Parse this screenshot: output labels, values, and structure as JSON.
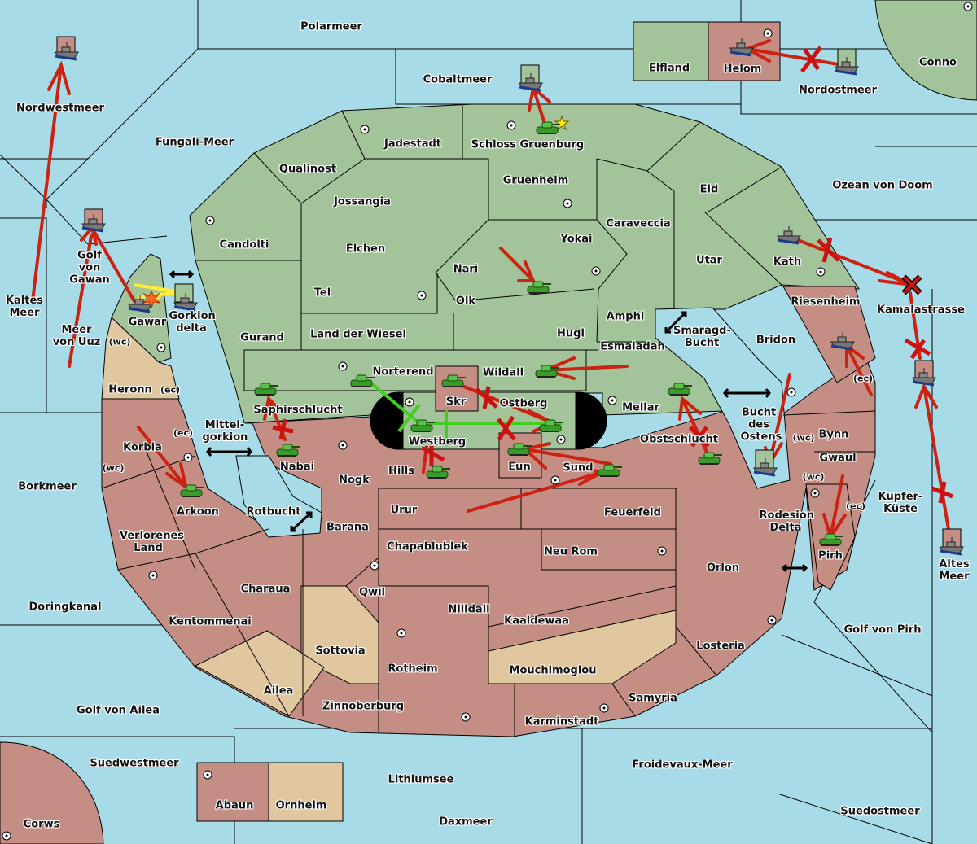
{
  "map": {
    "title": "Diplomacy-style game map",
    "colors": {
      "sea": "#a8dbe8",
      "green_power": "#a3c49a",
      "red_power": "#c48e85",
      "neutral": "#e0c7a0",
      "order_arrow": "#cc2211",
      "support_line": "#44cc22",
      "convoy_line": "#ffee33"
    },
    "sea_labels": [
      {
        "id": "polarmeer",
        "name": "Polarmeer"
      },
      {
        "id": "cobaltmeer",
        "name": "Cobaltmeer"
      },
      {
        "id": "nordwestmeer",
        "name": "Nordwestmeer"
      },
      {
        "id": "fungali-meer",
        "name": "Fungali-Meer"
      },
      {
        "id": "nordostmeer",
        "name": "Nordostmeer"
      },
      {
        "id": "ozean-von-doom",
        "name": "Ozean von Doom"
      },
      {
        "id": "golf-von-gawan",
        "name": "Golf von Gawan"
      },
      {
        "id": "kaltes-meer",
        "name": "Kaltes Meer"
      },
      {
        "id": "meer-von-uuz",
        "name": "Meer von Uuz"
      },
      {
        "id": "gorkion-delta",
        "name": "Gorkion delta"
      },
      {
        "id": "mittelgorkion",
        "name": "Mittel-gorkion"
      },
      {
        "id": "borkmeer",
        "name": "Borkmeer"
      },
      {
        "id": "rotbucht",
        "name": "Rotbucht"
      },
      {
        "id": "smaragd-bucht",
        "name": "Smaragd-Bucht"
      },
      {
        "id": "bucht-des-ostens",
        "name": "Bucht des Ostens"
      },
      {
        "id": "kamalastrasse",
        "name": "Kamalastrasse"
      },
      {
        "id": "kupfer-kueste",
        "name": "Kupfer-Küste"
      },
      {
        "id": "rodesion-delta",
        "name": "Rodesion Delta"
      },
      {
        "id": "altes-meer",
        "name": "Altes Meer"
      },
      {
        "id": "doringkanal",
        "name": "Doringkanal"
      },
      {
        "id": "golf-von-pirh",
        "name": "Golf von Pirh"
      },
      {
        "id": "golf-von-ailea",
        "name": "Golf von Ailea"
      },
      {
        "id": "suedwestmeer",
        "name": "Suedwestmeer"
      },
      {
        "id": "lithiumsee",
        "name": "Lithiumsee"
      },
      {
        "id": "froidevaux-meer",
        "name": "Froidevaux-Meer"
      },
      {
        "id": "daxmeer",
        "name": "Daxmeer"
      },
      {
        "id": "suedostmeer",
        "name": "Suedostmeer"
      }
    ],
    "land_labels": [
      {
        "id": "elfland",
        "name": "Elfland",
        "owner": "green"
      },
      {
        "id": "helom",
        "name": "Helom",
        "owner": "red"
      },
      {
        "id": "conno",
        "name": "Conno",
        "owner": "green"
      },
      {
        "id": "jadestadt",
        "name": "Jadestadt",
        "owner": "green"
      },
      {
        "id": "schloss-gruenburg",
        "name": "Schloss Gruenburg",
        "owner": "green"
      },
      {
        "id": "qualinost",
        "name": "Qualinost",
        "owner": "green"
      },
      {
        "id": "gruenheim",
        "name": "Gruenheim",
        "owner": "green"
      },
      {
        "id": "jossangia",
        "name": "Jossangia",
        "owner": "green"
      },
      {
        "id": "eld",
        "name": "Eld",
        "owner": "green"
      },
      {
        "id": "caraveccia",
        "name": "Caraveccia",
        "owner": "green"
      },
      {
        "id": "candolti",
        "name": "Candolti",
        "owner": "green"
      },
      {
        "id": "elchen",
        "name": "Elchen",
        "owner": "green"
      },
      {
        "id": "yokai",
        "name": "Yokai",
        "owner": "green"
      },
      {
        "id": "utar",
        "name": "Utar",
        "owner": "green"
      },
      {
        "id": "kath",
        "name": "Kath",
        "owner": "green"
      },
      {
        "id": "nari",
        "name": "Nari",
        "owner": "green"
      },
      {
        "id": "tel",
        "name": "Tel",
        "owner": "green"
      },
      {
        "id": "olk",
        "name": "Olk",
        "owner": "green"
      },
      {
        "id": "amphi",
        "name": "Amphi",
        "owner": "green"
      },
      {
        "id": "riesenheim",
        "name": "Riesenheim",
        "owner": "red"
      },
      {
        "id": "gawar",
        "name": "Gawar",
        "owner": "green"
      },
      {
        "id": "gurand",
        "name": "Gurand",
        "owner": "green"
      },
      {
        "id": "land-der-wiesel",
        "name": "Land der Wiesel",
        "owner": "green"
      },
      {
        "id": "hugl",
        "name": "Hugl",
        "owner": "green"
      },
      {
        "id": "bridon",
        "name": "Bridon",
        "owner": "green"
      },
      {
        "id": "esmaladan",
        "name": "Esmaladan",
        "owner": "green"
      },
      {
        "id": "heronn",
        "name": "Heronn",
        "owner": "neutral"
      },
      {
        "id": "norterend",
        "name": "Norterend",
        "owner": "green"
      },
      {
        "id": "wildall",
        "name": "Wildall",
        "owner": "green"
      },
      {
        "id": "skr",
        "name": "Skr",
        "owner": "red"
      },
      {
        "id": "saphirschlucht",
        "name": "Saphirschlucht",
        "owner": "green"
      },
      {
        "id": "ostberg",
        "name": "Ostberg",
        "owner": "green"
      },
      {
        "id": "mellar",
        "name": "Mellar",
        "owner": "green"
      },
      {
        "id": "westberg",
        "name": "Westberg",
        "owner": "green"
      },
      {
        "id": "obstschlucht",
        "name": "Obstschlucht",
        "owner": "red"
      },
      {
        "id": "bynn",
        "name": "Bynn",
        "owner": "red"
      },
      {
        "id": "korbia",
        "name": "Korbia",
        "owner": "red"
      },
      {
        "id": "nabai",
        "name": "Nabai",
        "owner": "red"
      },
      {
        "id": "hills",
        "name": "Hills",
        "owner": "red"
      },
      {
        "id": "eun",
        "name": "Eun",
        "owner": "red"
      },
      {
        "id": "sund",
        "name": "Sund",
        "owner": "red"
      },
      {
        "id": "gwaul",
        "name": "Gwaul",
        "owner": "red"
      },
      {
        "id": "nogk",
        "name": "Nogk",
        "owner": "red"
      },
      {
        "id": "arkoon",
        "name": "Arkoon",
        "owner": "red"
      },
      {
        "id": "urur",
        "name": "Urur",
        "owner": "red"
      },
      {
        "id": "feuerfeld",
        "name": "Feuerfeld",
        "owner": "red"
      },
      {
        "id": "barana",
        "name": "Barana",
        "owner": "red"
      },
      {
        "id": "verlorenes-land",
        "name": "Verlorenes Land",
        "owner": "red"
      },
      {
        "id": "chapablublek",
        "name": "Chapablublek",
        "owner": "red"
      },
      {
        "id": "neu-rom",
        "name": "Neu Rom",
        "owner": "red"
      },
      {
        "id": "pirh",
        "name": "Pirh",
        "owner": "red"
      },
      {
        "id": "orlon",
        "name": "Orlon",
        "owner": "red"
      },
      {
        "id": "charaua",
        "name": "Charaua",
        "owner": "red"
      },
      {
        "id": "qwil",
        "name": "Qwil",
        "owner": "red"
      },
      {
        "id": "nilldall",
        "name": "Nilldall",
        "owner": "red"
      },
      {
        "id": "kentommenai",
        "name": "Kentommenai",
        "owner": "red"
      },
      {
        "id": "kaaldewaa",
        "name": "Kaaldewaa",
        "owner": "red"
      },
      {
        "id": "sottovia",
        "name": "Sottovia",
        "owner": "neutral"
      },
      {
        "id": "losteria",
        "name": "Losteria",
        "owner": "red"
      },
      {
        "id": "rotheim",
        "name": "Rotheim",
        "owner": "red"
      },
      {
        "id": "mouchimoglou",
        "name": "Mouchimoglou",
        "owner": "neutral"
      },
      {
        "id": "ailea",
        "name": "Ailea",
        "owner": "neutral"
      },
      {
        "id": "samyria",
        "name": "Samyria",
        "owner": "red"
      },
      {
        "id": "zinnoberburg",
        "name": "Zinnoberburg",
        "owner": "red"
      },
      {
        "id": "karminstadt",
        "name": "Karminstadt",
        "owner": "red"
      },
      {
        "id": "abaun",
        "name": "Abaun",
        "owner": "red"
      },
      {
        "id": "ornheim",
        "name": "Ornheim",
        "owner": "neutral"
      },
      {
        "id": "corws",
        "name": "Corws",
        "owner": "red"
      }
    ],
    "coast_tags": {
      "wc": "(wc)",
      "ec": "(ec)"
    },
    "units": {
      "fleet": "fleet-icon",
      "army": "army-icon"
    }
  }
}
